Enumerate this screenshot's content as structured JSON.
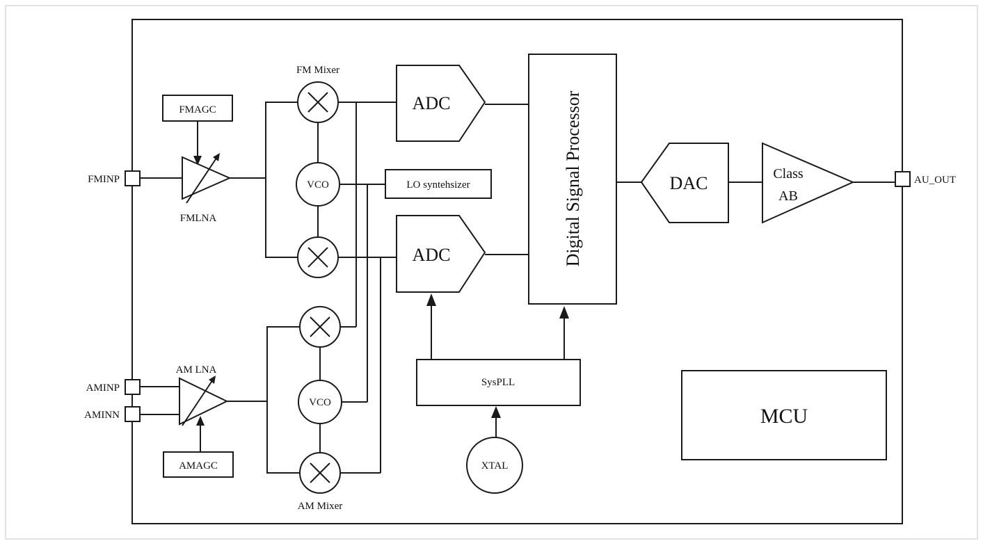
{
  "pins": {
    "fminp": "FMINP",
    "aminp": "AMINP",
    "aminn": "AMINN",
    "au_out": "AU_OUT"
  },
  "blocks": {
    "fmagc": "FMAGC",
    "fmlna": "FMLNA",
    "am_lna": "AM LNA",
    "amagc": "AMAGC",
    "fm_mixer": "FM Mixer",
    "am_mixer": "AM Mixer",
    "vco_fm": "VCO",
    "vco_am": "VCO",
    "lo_synth": "LO syntehsizer",
    "adc_top": "ADC",
    "adc_bottom": "ADC",
    "dsp": "Digital Signal Processor",
    "dac": "DAC",
    "class_ab_line1": "Class",
    "class_ab_line2": "AB",
    "syspll": "SysPLL",
    "xtal": "XTAL",
    "mcu": "MCU"
  },
  "colors": {
    "line": "#1a1a1a",
    "background": "#ffffff",
    "outer_border": "#d9d9d9"
  }
}
